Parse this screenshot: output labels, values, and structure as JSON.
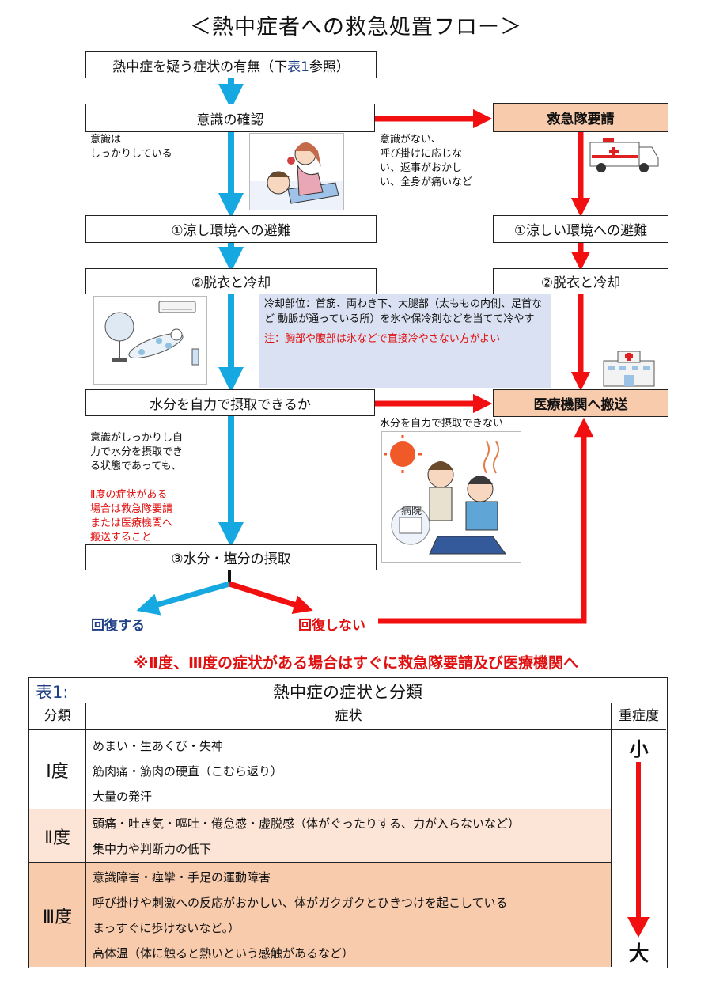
{
  "title": "＜熱中症者への救急処置フロー＞",
  "flow": {
    "check_symptoms_prefix": "熱中症を疑う症状の有無（下",
    "check_symptoms_ref": "表1",
    "check_symptoms_suffix": "参照）",
    "consciousness_check": "意識の確認",
    "call_ambulance": "救急隊要請",
    "conscious_note": "意識は\nしっかりしている",
    "unconscious_note": "意識がない、\n呼び掛けに応じな\nい、返事がおかし\nい、全身が痛いなど",
    "evacuate_left": "①涼し環境への避難",
    "evacuate_right": "①涼しい環境への避難",
    "undress_left": "②脱衣と冷却",
    "undress_right": "②脱衣と冷却",
    "cooling_note": "冷却部位：首筋、両わき下、大腿部（太ももの内側、足首など 動脈が通っている所）を氷や保冷剤などを当てて冷やす",
    "cooling_warning": "注：胸部や腹部は氷などで直接冷やさない方がよい",
    "hydrate_check": "水分を自力で摂取できるか",
    "transport_hospital": "医療機関へ搬送",
    "cannot_hydrate_note": "水分を自力で摂取できない",
    "can_hydrate_note": "意識がしっかりし自\n力で水分を摂取でき\nる状態であっても、",
    "can_hydrate_warning": "Ⅱ度の症状がある\n場合は救急隊要請\nまたは医療機関へ\n搬送すること",
    "water_salt": "③水分・塩分の摂取",
    "recovers": "回復する",
    "not_recover": "回復しない",
    "hospital_sign": "病院"
  },
  "banner": "※Ⅱ度、Ⅲ度の症状がある場合はすぐに救急隊要請及び医療機関へ",
  "table": {
    "label": "表1:",
    "title": "熱中症の症状と分類",
    "headers": {
      "class": "分類",
      "symptoms": "症状",
      "severity": "重症度"
    },
    "rows": [
      {
        "class": "Ⅰ度",
        "symptoms": [
          "めまい・生あくび・失神",
          "筋肉痛・筋肉の硬直（こむら返り）",
          "大量の発汗"
        ]
      },
      {
        "class": "Ⅱ度",
        "symptoms": [
          "頭痛・吐き気・嘔吐・倦怠感・虚脱感（体がぐったりする、力が入らないなど）",
          "集中力や判断力の低下"
        ]
      },
      {
        "class": "Ⅲ度",
        "symptoms": [
          "意識障害・痙攣・手足の運動障害",
          "呼び掛けや刺激への反応がおかしい、体がガクガクとひきつけを起こしている",
          "まっすぐに歩けないなど。）",
          "高体温（体に触ると熱いという感触があるなど）"
        ]
      }
    ],
    "severity_small": "小",
    "severity_large": "大"
  },
  "colors": {
    "blue_arrow": "#16a8e0",
    "red_arrow": "#f20f0f",
    "orange_box": "#f8cbad",
    "row2_bg": "#fce4d6",
    "row3_bg": "#f8cbad",
    "note_bg": "#d9e1f2"
  }
}
